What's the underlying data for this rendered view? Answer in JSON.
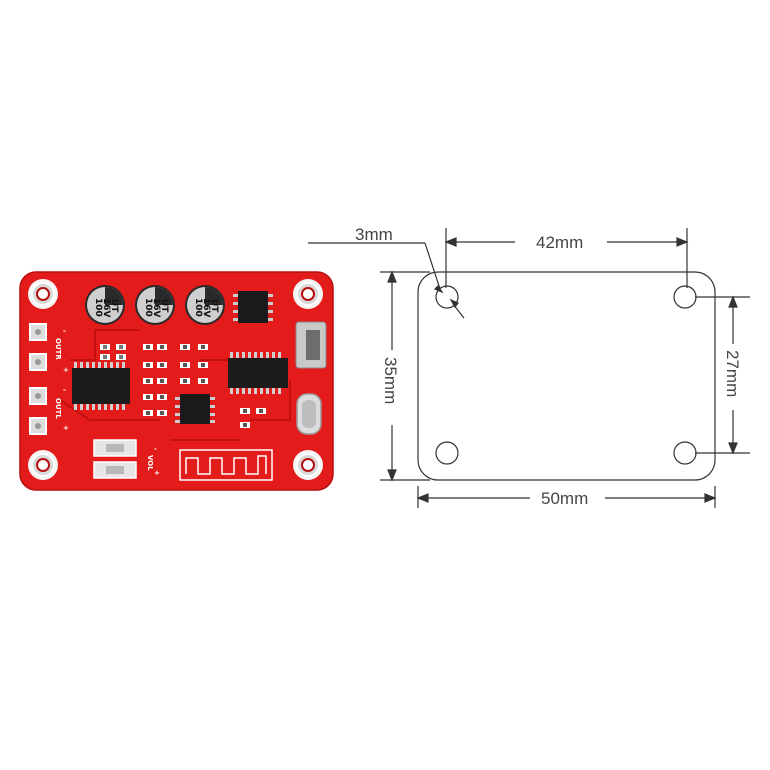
{
  "board": {
    "color": "#e41b1b",
    "silkscreen_color": "#ffffff",
    "labels": {
      "outr": "OUTR",
      "outl": "OUTL",
      "plus": "+",
      "minus": "-",
      "vol": "VOL",
      "vol_minus": "-",
      "vol_plus": "+"
    },
    "capacitors": [
      {
        "line1": "100",
        "line2": "16V",
        "line3": "UT"
      },
      {
        "line1": "100",
        "line2": "16V",
        "line3": "UT"
      },
      {
        "line1": "100",
        "line2": "16V",
        "line3": "UT"
      }
    ]
  },
  "drawing": {
    "stroke_color": "#333333",
    "text_color": "#444444",
    "dimensions": {
      "hole_diameter": "3mm",
      "hole_spacing_horizontal": "42mm",
      "hole_spacing_vertical": "27mm",
      "board_width": "50mm",
      "board_height": "35mm"
    }
  }
}
